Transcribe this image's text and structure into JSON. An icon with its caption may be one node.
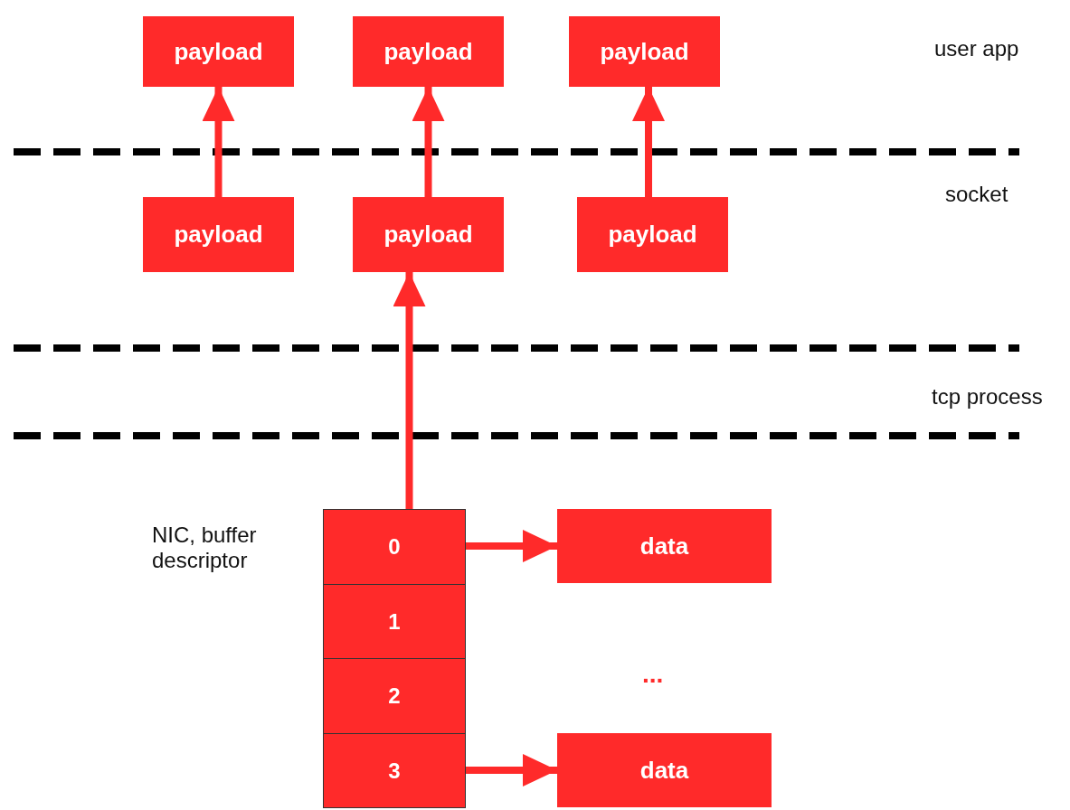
{
  "diagram": {
    "nodes": [
      {
        "text": [
          "payload"
        ]
      },
      {
        "text": [
          "payload"
        ]
      },
      {
        "text": [
          "payload"
        ]
      },
      {
        "text": [
          "payload"
        ]
      },
      {
        "text": [
          "payload"
        ]
      },
      {
        "text": [
          "payload"
        ]
      },
      {
        "text": [
          "0"
        ]
      },
      {
        "text": [
          "1"
        ]
      },
      {
        "text": [
          "2"
        ]
      },
      {
        "text": [
          "3"
        ]
      },
      {
        "text": [
          "data"
        ]
      },
      {
        "text": [
          "data"
        ]
      }
    ],
    "edges": [
      {
        "from": 3,
        "to": 0,
        "arrow": "to"
      },
      {
        "from": 4,
        "to": 1,
        "arrow": "to"
      },
      {
        "from": 5,
        "to": 2,
        "arrow": "to"
      },
      {
        "from": 6,
        "to": 4,
        "arrow": "to"
      },
      {
        "from": 6,
        "to": 10,
        "arrow": "to"
      },
      {
        "from": 9,
        "to": 11,
        "arrow": "to"
      }
    ],
    "labels": [
      "user app",
      "socket",
      "tcp process",
      "NIC, buffer descriptor",
      "..."
    ]
  }
}
